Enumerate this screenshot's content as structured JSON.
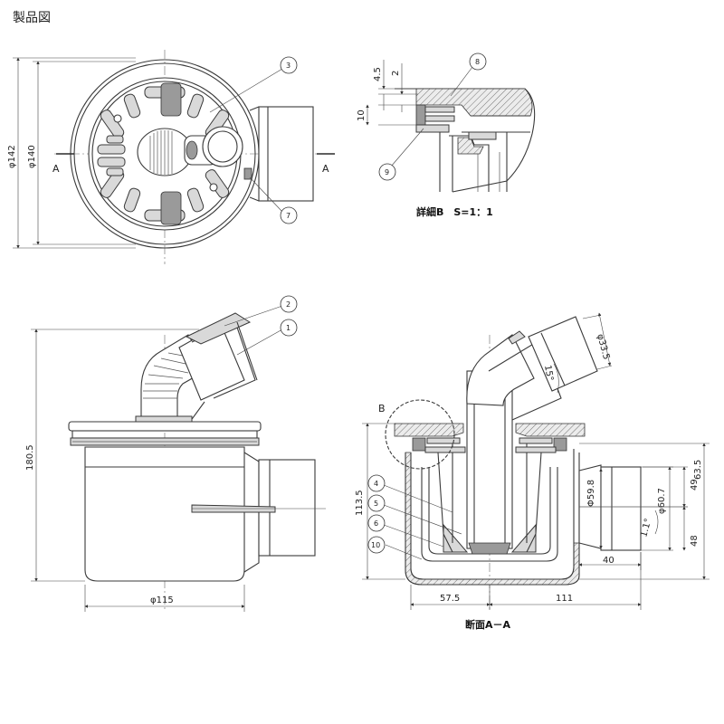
{
  "page_title": "製品図",
  "top_view": {
    "dim_outer": "φ142",
    "dim_inner": "φ140",
    "section_mark_left": "A",
    "section_mark_right": "A",
    "balloons": [
      "3",
      "7"
    ]
  },
  "detail_b": {
    "caption": "詳細B　S=1：1",
    "dim_a": "4.5",
    "dim_b": "2",
    "dim_c": "10",
    "balloons": [
      "8",
      "9"
    ]
  },
  "side_view": {
    "dim_height": "180.5",
    "dim_body": "φ115",
    "balloons": [
      "2",
      "1"
    ]
  },
  "section_view": {
    "caption": "断面A－A",
    "detail_marker": "B",
    "dim_top_pipe": "φ33.5",
    "dim_angle_top": "15°",
    "dim_outlet_outer": "φ60.7",
    "dim_outlet_inner": "Φ59.8",
    "dim_angle_outlet": "1.1°",
    "dim_63_5": "63.5",
    "dim_49": "49",
    "dim_48": "48",
    "dim_40": "40",
    "dim_113_5": "113.5",
    "dim_57_5": "57.5",
    "dim_111": "111",
    "balloons": [
      "4",
      "5",
      "6",
      "10"
    ]
  }
}
